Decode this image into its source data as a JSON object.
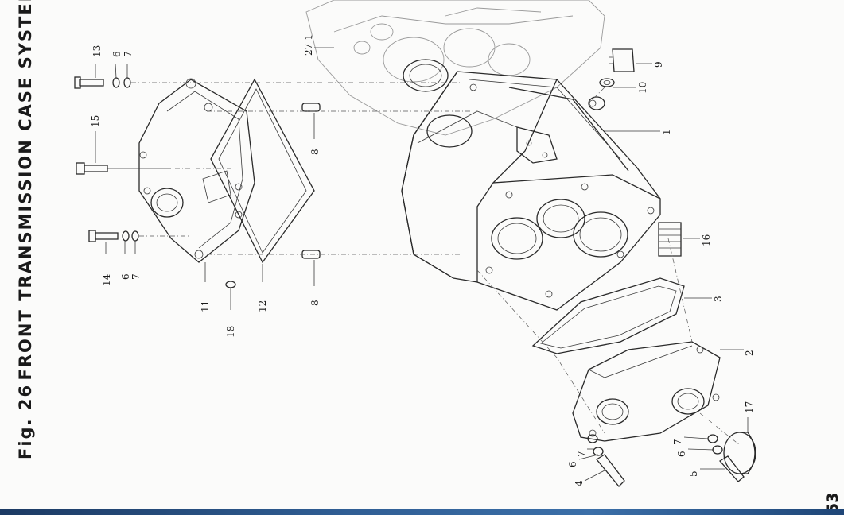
{
  "figure": {
    "fig_label": "Fig. 26",
    "title": "FRONT TRANSMISSION CASE SYSTEM",
    "page_number": "53"
  },
  "callouts": [
    "27-1",
    "13",
    "6",
    "7",
    "9",
    "10",
    "15",
    "1",
    "8",
    "8",
    "14",
    "6",
    "7",
    "16",
    "11",
    "12",
    "18",
    "3",
    "2",
    "17",
    "7",
    "6",
    "4",
    "7",
    "6",
    "5"
  ]
}
